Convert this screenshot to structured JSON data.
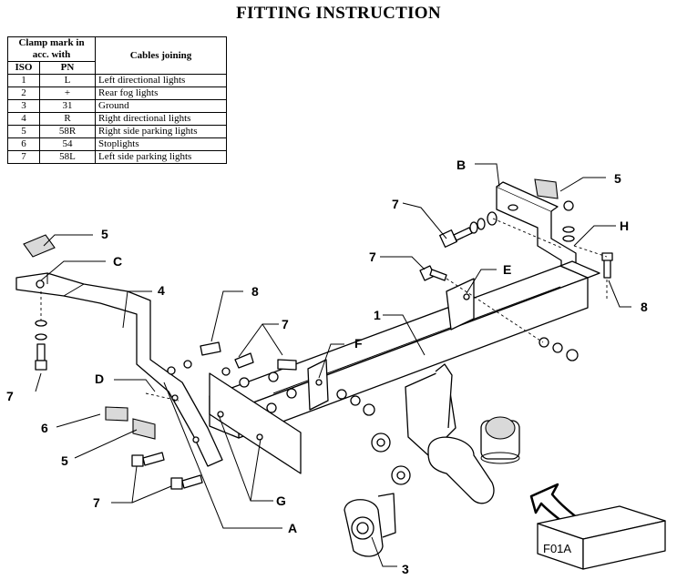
{
  "title": "FITTING INSTRUCTION",
  "table": {
    "header_clamp": "Clamp mark in acc. with",
    "header_cables": "Cables joining",
    "header_iso": "ISO",
    "header_pn": "PN",
    "rows": [
      {
        "iso": "1",
        "pn": "L",
        "cable": "Left directional lights"
      },
      {
        "iso": "2",
        "pn": "+",
        "cable": "Rear fog lights"
      },
      {
        "iso": "3",
        "pn": "31",
        "cable": "Ground"
      },
      {
        "iso": "4",
        "pn": "R",
        "cable": "Right directional lights"
      },
      {
        "iso": "5",
        "pn": "58R",
        "cable": "Right side parking lights"
      },
      {
        "iso": "6",
        "pn": "54",
        "cable": "Stoplights"
      },
      {
        "iso": "7",
        "pn": "58L",
        "cable": "Left side parking lights"
      }
    ]
  },
  "callouts": {
    "n1": "1",
    "n3": "3",
    "n4": "4",
    "n5a": "5",
    "n5b": "5",
    "n5c": "5",
    "n6": "6",
    "n7a": "7",
    "n7b": "7",
    "n7c": "7",
    "n7d": "7",
    "n7e": "7",
    "n8a": "8",
    "n8b": "8",
    "A": "A",
    "B": "B",
    "C": "C",
    "D": "D",
    "E": "E",
    "F": "F",
    "G": "G",
    "H": "H"
  },
  "box_label": "F01A"
}
